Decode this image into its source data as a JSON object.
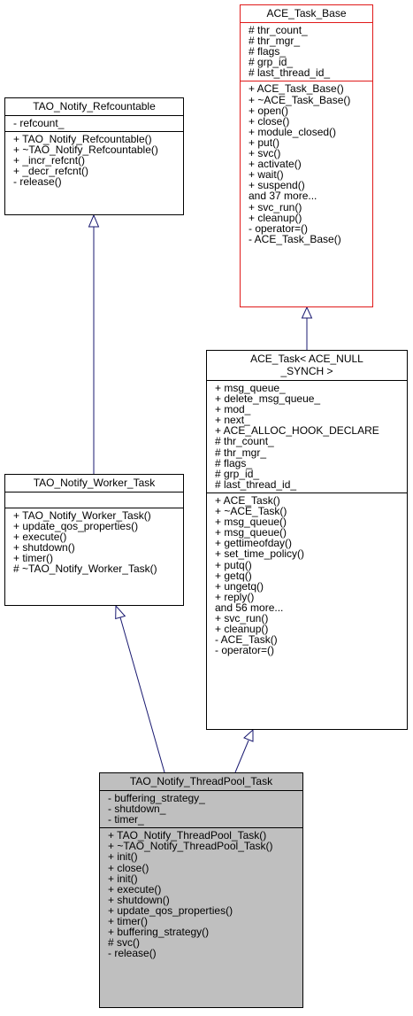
{
  "classes": {
    "task_base": {
      "name": "ACE_Task_Base",
      "attributes": [
        "# thr_count_",
        "# thr_mgr_",
        "# flags_",
        "# grp_id_",
        "# last_thread_id_"
      ],
      "operations": [
        "+ ACE_Task_Base()",
        "+ ~ACE_Task_Base()",
        "+ open()",
        "+ close()",
        "+ module_closed()",
        "+ put()",
        "+ svc()",
        "+ activate()",
        "+ wait()",
        "+ suspend()",
        "and 37 more...",
        "+ svc_run()",
        "+ cleanup()",
        "- operator=()",
        "- ACE_Task_Base()"
      ]
    },
    "refcountable": {
      "name": "TAO_Notify_Refcountable",
      "attributes": [
        "- refcount_"
      ],
      "operations": [
        "+ TAO_Notify_Refcountable()",
        "+ ~TAO_Notify_Refcountable()",
        "+ _incr_refcnt()",
        "+ _decr_refcnt()",
        "- release()"
      ]
    },
    "ace_task": {
      "name_line1": "ACE_Task< ACE_NULL",
      "name_line2": "_SYNCH >",
      "attributes": [
        "+ msg_queue_",
        "+ delete_msg_queue_",
        "+ mod_",
        "+ next_",
        "+ ACE_ALLOC_HOOK_DECLARE",
        "# thr_count_",
        "# thr_mgr_",
        "# flags_",
        "# grp_id_",
        "# last_thread_id_"
      ],
      "operations": [
        "+ ACE_Task()",
        "+ ~ACE_Task()",
        "+ msg_queue()",
        "+ msg_queue()",
        "+ gettimeofday()",
        "+ set_time_policy()",
        "+ putq()",
        "+ getq()",
        "+ ungetq()",
        "+ reply()",
        "and 56 more...",
        "+ svc_run()",
        "+ cleanup()",
        "- ACE_Task()",
        "- operator=()"
      ]
    },
    "worker_task": {
      "name": "TAO_Notify_Worker_Task",
      "attributes": [],
      "operations": [
        "+ TAO_Notify_Worker_Task()",
        "+ update_qos_properties()",
        "+ execute()",
        "+ shutdown()",
        "+ timer()",
        "# ~TAO_Notify_Worker_Task()"
      ]
    },
    "threadpool_task": {
      "name": "TAO_Notify_ThreadPool_Task",
      "attributes": [
        "- buffering_strategy_",
        "- shutdown_",
        "- timer_"
      ],
      "operations": [
        "+ TAO_Notify_ThreadPool_Task()",
        "+ ~TAO_Notify_ThreadPool_Task()",
        "+ init()",
        "+ close()",
        "+ init()",
        "+ execute()",
        "+ shutdown()",
        "+ update_qos_properties()",
        "+ timer()",
        "+ buffering_strategy()",
        "# svc()",
        "- release()"
      ]
    }
  },
  "colors": {
    "base_border": "#e01a1a",
    "focus_fill": "#bfbfbf",
    "edge": "#191970"
  }
}
